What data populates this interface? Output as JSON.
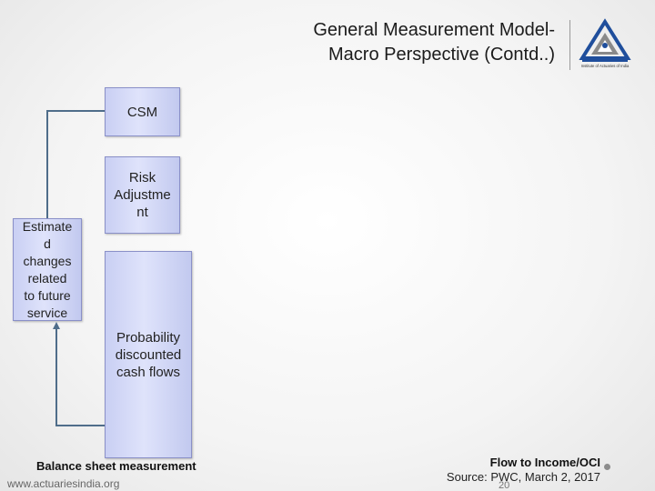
{
  "title": {
    "line1": "General Measurement Model-",
    "line2": "Macro Perspective (Contd..)"
  },
  "logo": {
    "icon": "institute-of-actuaries-of-india-logo",
    "caption": "Institute of Actuaries of India",
    "colors": {
      "primary": "#1f4e9c",
      "accent": "#808080"
    }
  },
  "diagram": {
    "boxes": {
      "csm": [
        "CSM"
      ],
      "risk_adjustment": [
        "Risk",
        "Adjustme",
        "nt"
      ],
      "probability_cash_flows": [
        "Probability",
        "discounted",
        "cash flows"
      ],
      "estimated_changes": [
        "Estimate",
        "d",
        "changes",
        "related",
        "to future",
        "service"
      ]
    },
    "colors": {
      "box_fill": "#d8dcf8",
      "box_border": "#8a90c8",
      "connector": "#4f6d8a"
    }
  },
  "footer": {
    "left_label": "Balance sheet measurement",
    "url": "www.actuariesindia.org",
    "right_label": "Flow to Income/OCI",
    "source": "Source: PWC, March 2, 2017",
    "page_number": "20"
  }
}
